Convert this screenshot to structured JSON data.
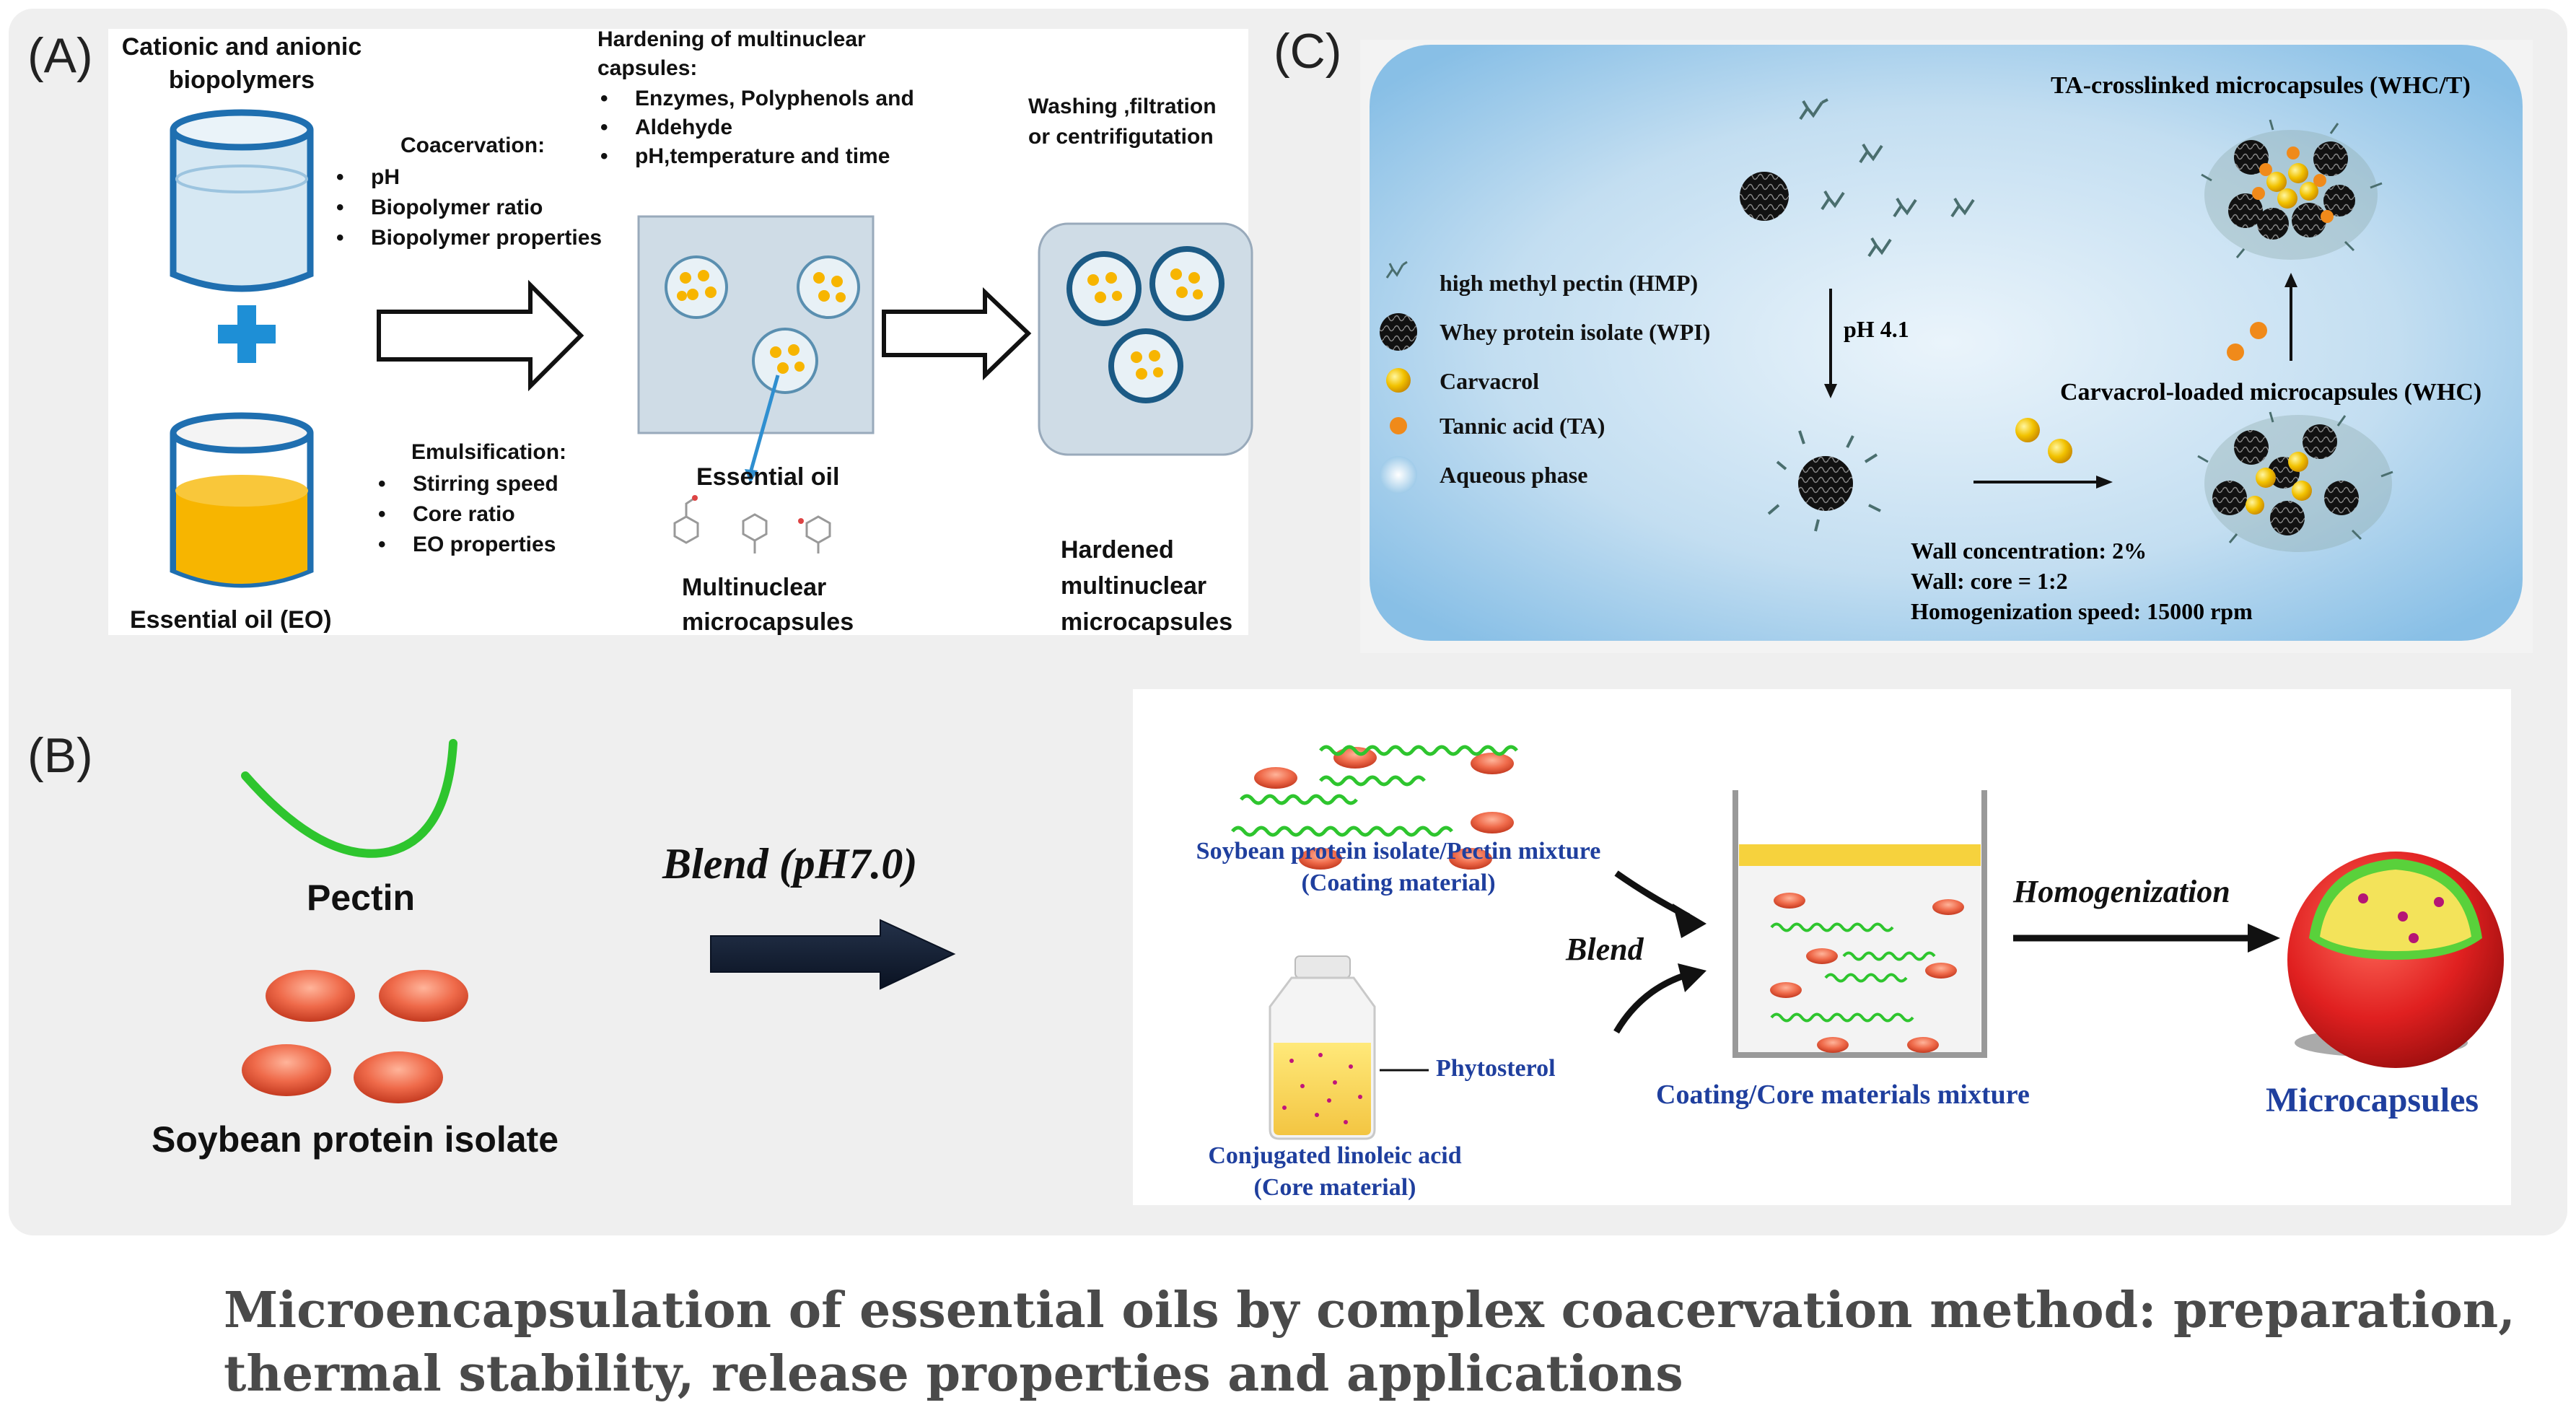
{
  "panelA": {
    "letter": "(A)",
    "biopolymers_label_line1": "Cationic and anionic",
    "biopolymers_label_line2": "biopolymers",
    "coacervation_title": "Coacervation:",
    "coacervation_items": [
      "pH",
      "Biopolymer ratio",
      "Biopolymer properties"
    ],
    "hardening_title_line1": "Hardening of multinuclear",
    "hardening_title_line2": "capsules:",
    "hardening_items": [
      "Enzymes, Polyphenols and",
      "Aldehyde",
      "pH,temperature and time"
    ],
    "washing_line1": "Washing ,filtration",
    "washing_line2": "or centrifigutation",
    "emulsification_title": "Emulsification:",
    "emulsification_items": [
      "Stirring speed",
      "Core ratio",
      "EO properties"
    ],
    "essential_oil_label": "Essential oil",
    "eo_beaker_label": "Essential oil (EO)",
    "multinuclear_line1": "Multinuclear",
    "multinuclear_line2": "microcapsules",
    "hardened_line1": "Hardened",
    "hardened_line2": "multinuclear",
    "hardened_line3": "microcapsules"
  },
  "panelB": {
    "letter": "(B)",
    "pectin_label": "Pectin",
    "spi_label": "Soybean protein isolate",
    "blend_ph_label": "Blend (pH7.0)",
    "coating_mix_line1": "Soybean protein isolate/Pectin mixture",
    "coating_mix_line2": "(Coating material)",
    "blend_label": "Blend",
    "phytosterol_label": "Phytosterol",
    "core_line1": "Conjugated linoleic acid",
    "core_line2": "(Core material)",
    "mixture_label": "Coating/Core materials mixture",
    "homogenization_label": "Homogenization",
    "microcapsules_label": "Microcapsules"
  },
  "panelC": {
    "letter": "(C)",
    "legend": [
      {
        "label": "high methyl pectin (HMP)",
        "icon": "pectin-icon"
      },
      {
        "label": "Whey protein isolate (WPI)",
        "icon": "wpi-icon"
      },
      {
        "label": "Carvacrol",
        "icon": "carvacrol-icon"
      },
      {
        "label": "Tannic acid (TA)",
        "icon": "tannic-acid-icon"
      },
      {
        "label": "Aqueous phase",
        "icon": "aqueous-phase-icon"
      }
    ],
    "ph_label": "pH 4.1",
    "whct_label": "TA-crosslinked microcapsules (WHC/T)",
    "whc_label": "Carvacrol-loaded microcapsules (WHC)",
    "params": [
      "Wall concentration: 2%",
      "Wall: core = 1:2",
      "Homogenization speed: 15000 rpm"
    ]
  },
  "caption": {
    "line1": "Microencapsulation of essential oils by complex coacervation method: preparation,",
    "line2": "thermal stability, release properties and applications"
  },
  "colors": {
    "oil_yellow": "#f7b500",
    "plus_blue": "#1e8fd6",
    "pectin_green": "#2ec52e",
    "spi_orange": "#ef6a4a",
    "label_blue": "#1f3f9e",
    "capsule_red": "#e02020"
  }
}
